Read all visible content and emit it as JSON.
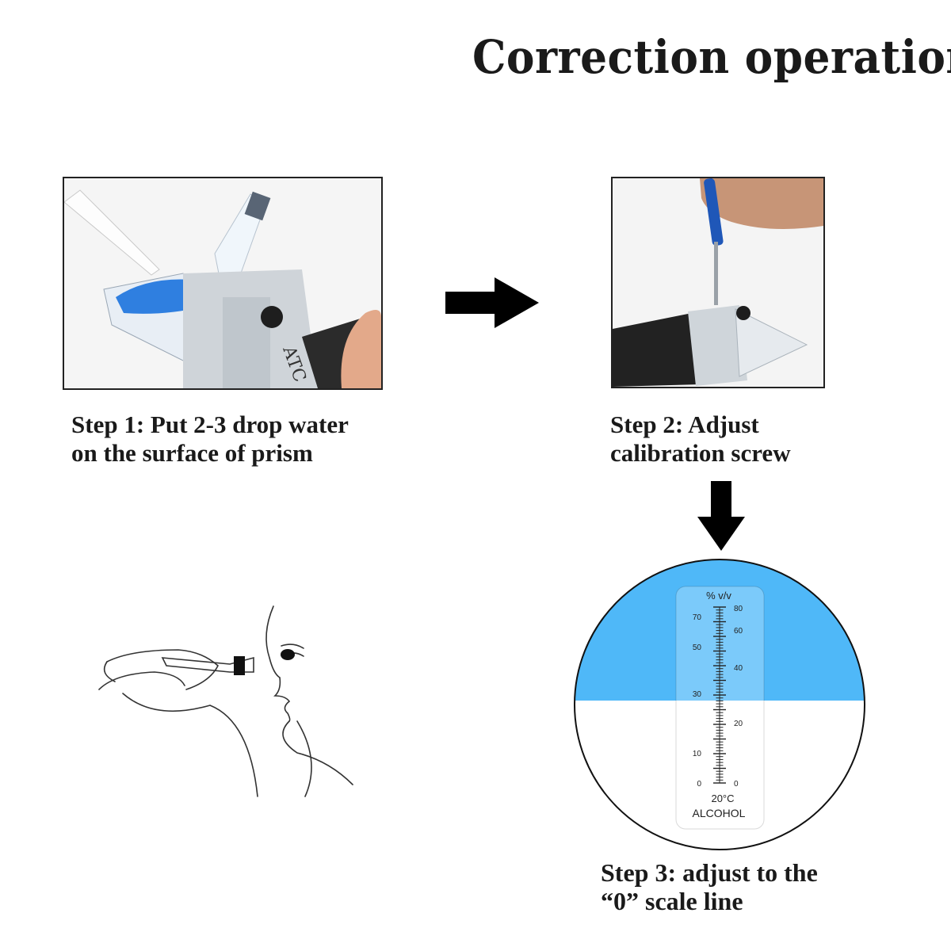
{
  "title": "Correction operation",
  "steps": [
    {
      "line1": "Step 1: Put 2-3 drop water",
      "line2": "on the surface of prism"
    },
    {
      "line1": "Step 2: Adjust",
      "line2": "calibration screw"
    },
    {
      "line1": "Step 3: adjust to the",
      "line2": "“0” scale line"
    }
  ],
  "scale": {
    "unit": "% v/v",
    "temperature": "20°C",
    "name": "ALCOHOL",
    "left_ticks": [
      "70",
      "50",
      "30",
      "10",
      "0"
    ],
    "right_ticks": [
      "80",
      "60",
      "40",
      "20",
      "0"
    ]
  },
  "device_label": "ATC",
  "colors": {
    "sky_blue": "#4fb8f8",
    "ink": "#1a1a1a",
    "prism_blue": "#2f7fe0"
  }
}
